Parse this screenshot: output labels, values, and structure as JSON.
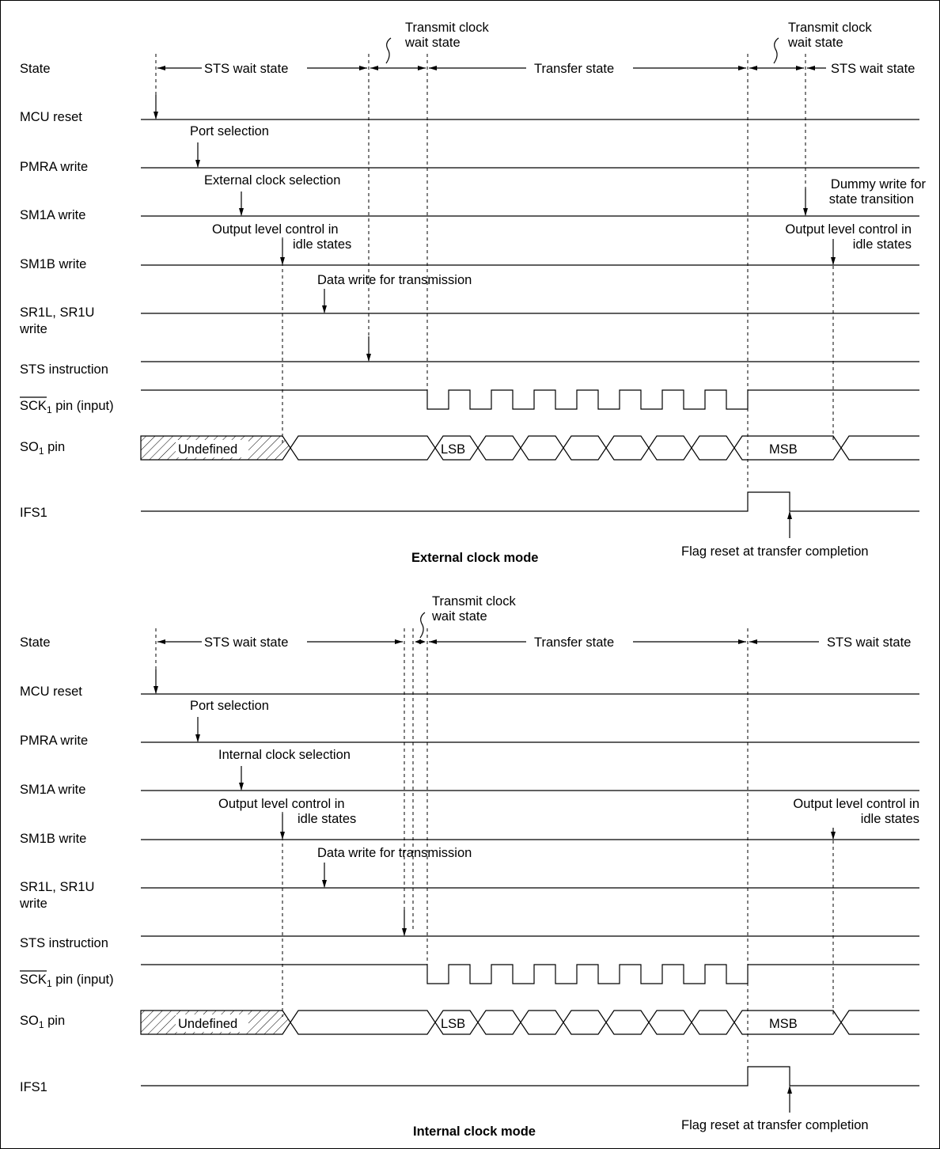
{
  "signal_labels": [
    "State",
    "MCU reset",
    "PMRA write",
    "SM1A write",
    "SM1B write",
    "SR1L, SR1U",
    "write",
    "STS instruction",
    "SCK",
    "1",
    " pin (input)",
    "SO",
    "1",
    " pin",
    "IFS1"
  ],
  "external": {
    "mode_title": "External clock mode",
    "state_labels": [
      "STS wait state",
      "Transfer state",
      "STS wait state"
    ],
    "transmit_wait_label_1": [
      "Transmit clock",
      "wait state"
    ],
    "transmit_wait_label_2": [
      "Transmit clock",
      "wait state"
    ],
    "port_selection": "Port selection",
    "clock_selection": "External clock selection",
    "dummy_write": [
      "Dummy write for",
      "state transition"
    ],
    "output_level_1": [
      "Output level control in",
      "idle states"
    ],
    "output_level_2": [
      "Output level control in",
      "idle states"
    ],
    "data_write": "Data write for transmission",
    "undefined_label": "Undefined",
    "lsb_label": "LSB",
    "msb_label": "MSB",
    "flag_reset": "Flag reset at transfer completion"
  },
  "internal": {
    "mode_title": "Internal clock mode",
    "state_labels": [
      "STS wait state",
      "Transfer state",
      "STS wait state"
    ],
    "transmit_wait_label": [
      "Transmit clock",
      "wait state"
    ],
    "port_selection": "Port selection",
    "clock_selection": "Internal clock selection",
    "output_level_1": [
      "Output level control in",
      "idle states"
    ],
    "output_level_2": [
      "Output level control in",
      "idle states"
    ],
    "data_write": "Data write for transmission",
    "undefined_label": "Undefined",
    "lsb_label": "LSB",
    "msb_label": "MSB",
    "flag_reset": "Flag reset at transfer completion"
  }
}
